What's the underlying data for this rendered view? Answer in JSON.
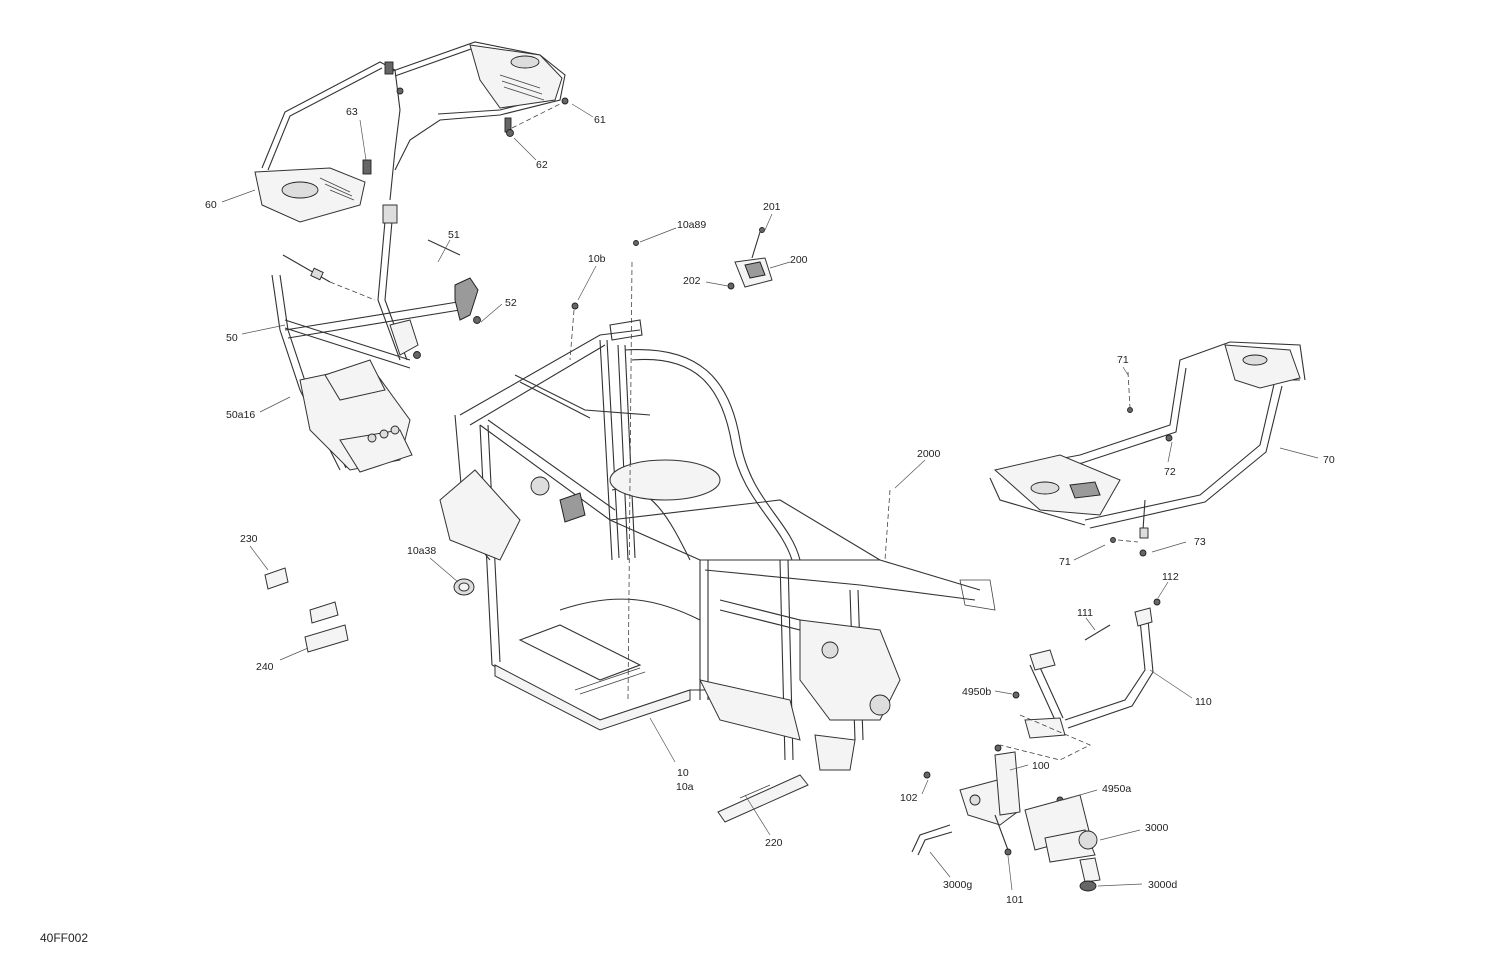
{
  "drawing_code": "40FF002",
  "callouts": [
    {
      "id": "c-63",
      "text": "63"
    },
    {
      "id": "c-61",
      "text": "61"
    },
    {
      "id": "c-62",
      "text": "62"
    },
    {
      "id": "c-60",
      "text": "60"
    },
    {
      "id": "c-51",
      "text": "51"
    },
    {
      "id": "c-52",
      "text": "52"
    },
    {
      "id": "c-50",
      "text": "50"
    },
    {
      "id": "c-50a16",
      "text": "50a16"
    },
    {
      "id": "c-10a89",
      "text": "10a89"
    },
    {
      "id": "c-10b",
      "text": "10b"
    },
    {
      "id": "c-201",
      "text": "201"
    },
    {
      "id": "c-200",
      "text": "200"
    },
    {
      "id": "c-202",
      "text": "202"
    },
    {
      "id": "c-71-top",
      "text": "71"
    },
    {
      "id": "c-72",
      "text": "72"
    },
    {
      "id": "c-70",
      "text": "70"
    },
    {
      "id": "c-2000",
      "text": "2000"
    },
    {
      "id": "c-230",
      "text": "230"
    },
    {
      "id": "c-10a38",
      "text": "10a38"
    },
    {
      "id": "c-240",
      "text": "240"
    },
    {
      "id": "c-71-bottom",
      "text": "71"
    },
    {
      "id": "c-73",
      "text": "73"
    },
    {
      "id": "c-112",
      "text": "112"
    },
    {
      "id": "c-111",
      "text": "111"
    },
    {
      "id": "c-110",
      "text": "110"
    },
    {
      "id": "c-4950b",
      "text": "4950b"
    },
    {
      "id": "c-10",
      "text": "10"
    },
    {
      "id": "c-10a",
      "text": "10a"
    },
    {
      "id": "c-100",
      "text": "100"
    },
    {
      "id": "c-102",
      "text": "102"
    },
    {
      "id": "c-4950a",
      "text": "4950a"
    },
    {
      "id": "c-3000",
      "text": "3000"
    },
    {
      "id": "c-220",
      "text": "220"
    },
    {
      "id": "c-3000g",
      "text": "3000g"
    },
    {
      "id": "c-101",
      "text": "101"
    },
    {
      "id": "c-3000d",
      "text": "3000d"
    }
  ]
}
